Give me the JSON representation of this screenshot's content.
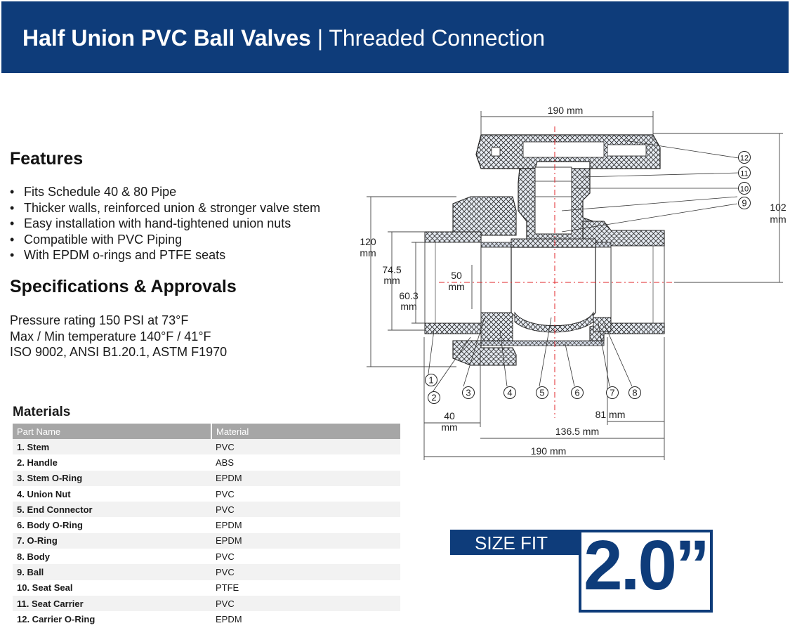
{
  "header": {
    "title_main": "Half Union PVC Ball Valves",
    "title_sep": " | ",
    "title_sub": "Threaded Connection"
  },
  "features": {
    "title": "Features",
    "bullet": "•",
    "items": [
      "Fits Schedule 40 & 80 Pipe",
      "Thicker walls, reinforced union & stronger valve stem",
      "Easy installation with hand-tightened union nuts",
      "Compatible with PVC Piping",
      "With EPDM o-rings and PTFE seats"
    ]
  },
  "specs": {
    "title": "Specifications & Approvals",
    "lines": [
      "Pressure rating 150 PSI at 73°F",
      "Max / Min temperature 140°F / 41°F",
      "ISO 9002, ANSI B1.20.1, ASTM F1970"
    ]
  },
  "materials": {
    "title": "Materials",
    "headers": [
      "Part Name",
      "Material"
    ],
    "rows": [
      [
        "1. Stem",
        "PVC"
      ],
      [
        "2. Handle",
        "ABS"
      ],
      [
        "3. Stem O-Ring",
        "EPDM"
      ],
      [
        "4. Union Nut",
        "PVC"
      ],
      [
        "5. End Connector",
        "PVC"
      ],
      [
        "6. Body O-Ring",
        "EPDM"
      ],
      [
        "7. O-Ring",
        "EPDM"
      ],
      [
        "8. Body",
        "PVC"
      ],
      [
        "9. Ball",
        "PVC"
      ],
      [
        "10. Seat Seal",
        "PTFE"
      ],
      [
        "11. Seat Carrier",
        "PVC"
      ],
      [
        "12. Carrier O-Ring",
        "EPDM"
      ]
    ]
  },
  "diagram": {
    "dims": {
      "top_width": "190 mm",
      "height_left": "120",
      "height_left_unit": "mm",
      "height_right": "102",
      "height_right_unit": "mm",
      "d745": "74.5",
      "d745_unit": "mm",
      "d603": "60.3",
      "d603_unit": "mm",
      "d50": "50",
      "d50_unit": "mm",
      "d40": "40",
      "d40_unit": "mm",
      "d81": "81 mm",
      "d1365": "136.5 mm",
      "bottom_width": "190 mm"
    },
    "callouts": [
      "1",
      "2",
      "3",
      "4",
      "5",
      "6",
      "7",
      "8",
      "9",
      "10",
      "11",
      "12"
    ],
    "colors": {
      "fill": "#dfe6f0",
      "hatch": "#2a2a2a",
      "centerline": "#e1242a"
    }
  },
  "sizefit": {
    "label": "SIZE FIT",
    "value": "2.0”",
    "color": "#0e3c7a"
  }
}
